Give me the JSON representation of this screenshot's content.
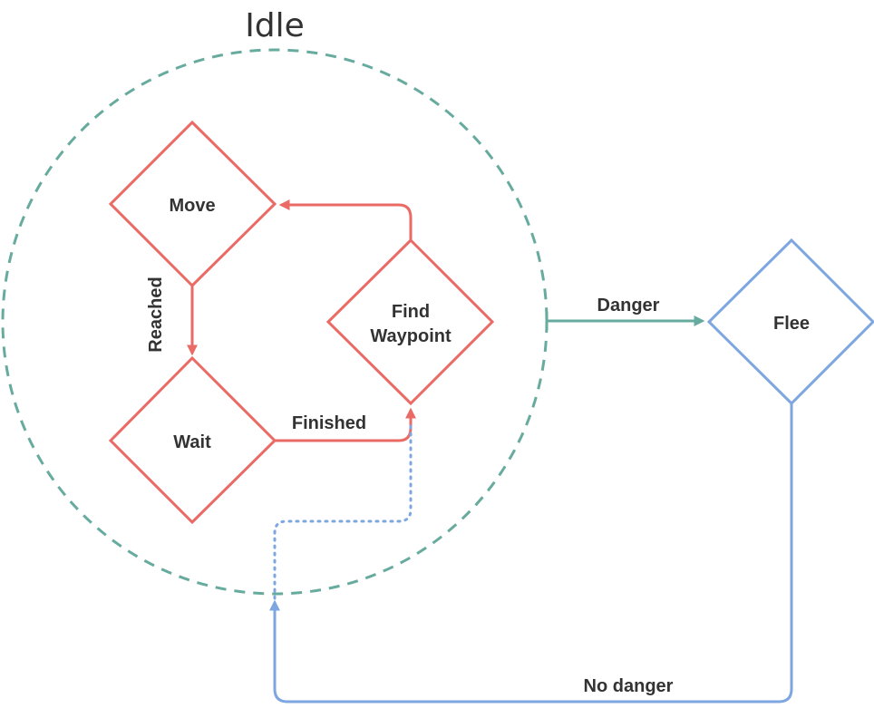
{
  "group": {
    "title": "Idle",
    "color": "#67AB9F"
  },
  "states": {
    "move": "Move",
    "wait": "Wait",
    "find_waypoint_line1": "Find",
    "find_waypoint_line2": "Waypoint",
    "flee": "Flee"
  },
  "transitions": {
    "reached": "Reached",
    "finished": "Finished",
    "danger": "Danger",
    "no_danger": "No danger"
  },
  "colors": {
    "idle_states": "#EA6B66",
    "flee_state": "#7EA6E0",
    "group_border": "#67AB9F",
    "text": "#333333"
  }
}
